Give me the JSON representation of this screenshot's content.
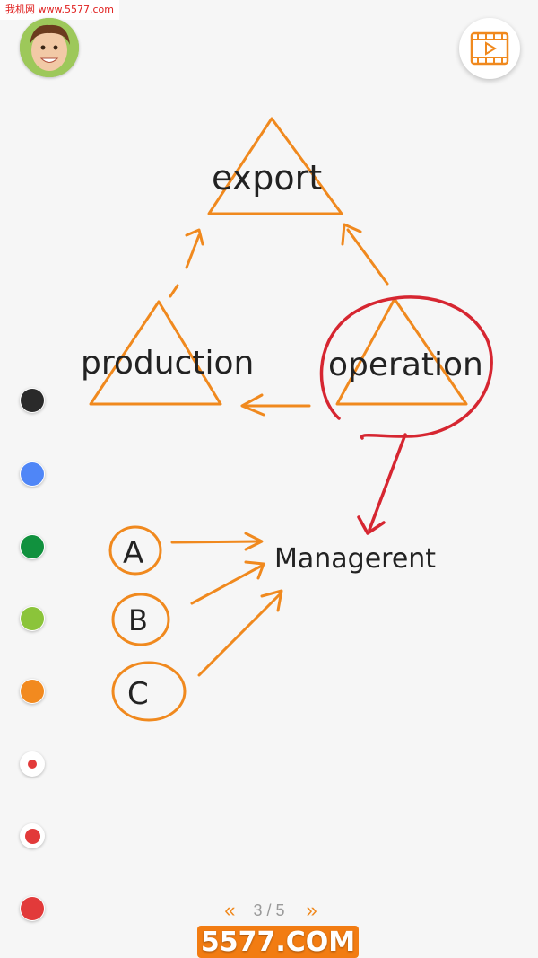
{
  "watermark": {
    "text": "我机网 www.5577.com"
  },
  "header": {
    "avatar_icon": "child-photo-avatar",
    "video_icon": "video-play-icon"
  },
  "diagram": {
    "labels": {
      "export": "export",
      "production": "production",
      "operation": "operation",
      "managerent": "Managerent",
      "a": "A",
      "b": "B",
      "c": "C"
    },
    "colors": {
      "orange": "#f0891e",
      "red": "#d62631",
      "ink": "#222222"
    }
  },
  "palette": {
    "colors": [
      "#2a2a2a",
      "#4f86f7",
      "#11913e",
      "#8bc43a",
      "#f28a1f",
      "#e23a3a",
      "#e23a3a",
      "#e23a3a"
    ]
  },
  "pager": {
    "prev": "«",
    "count": "3 / 5",
    "next": "»"
  },
  "brand": {
    "text": "5577.COM"
  }
}
